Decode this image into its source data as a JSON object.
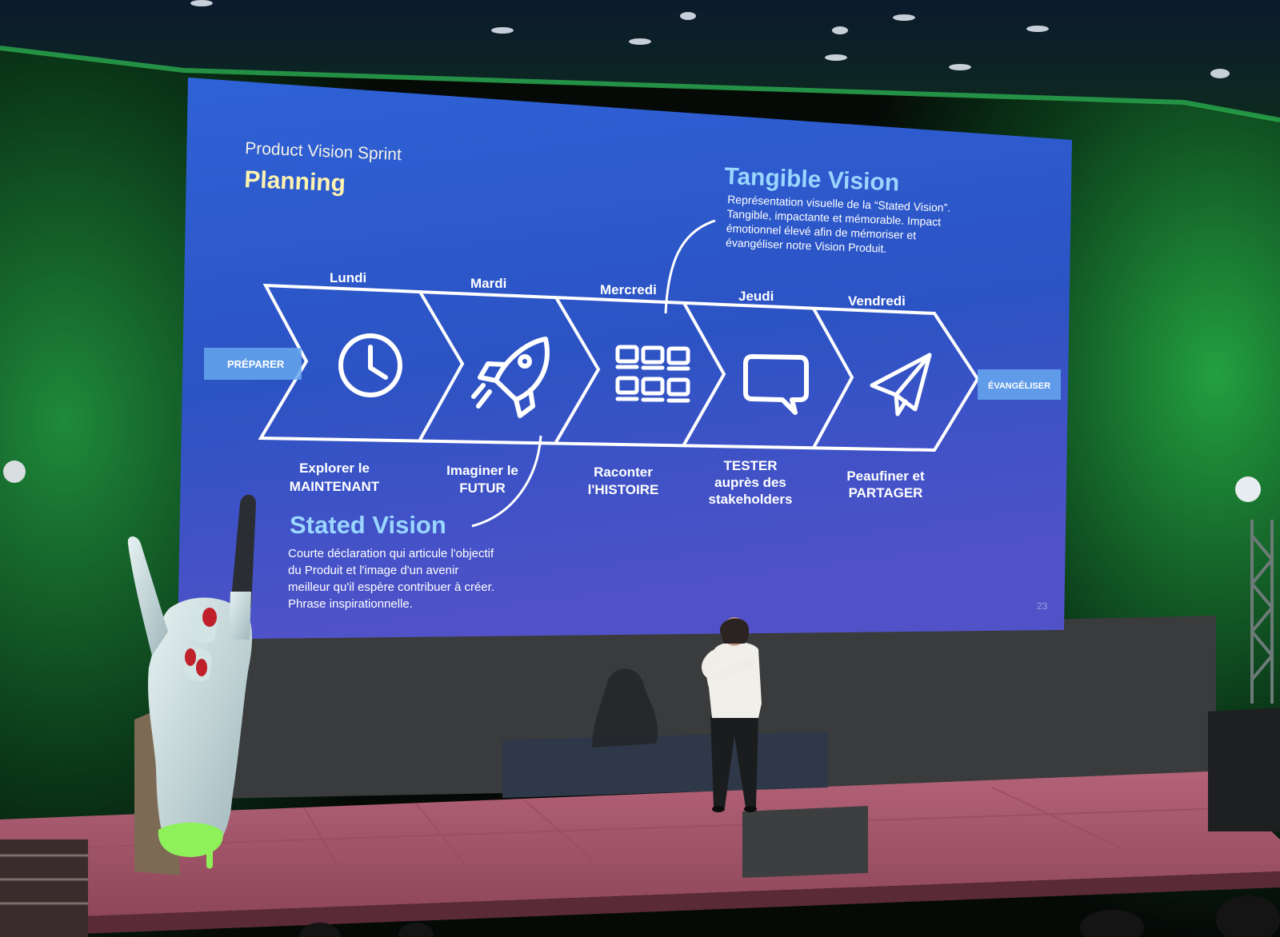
{
  "slide": {
    "supertitle": "Product Vision Sprint",
    "title": "Planning",
    "page_number": "23",
    "start_label": "PRÉPARER",
    "end_label": "ÉVANGÉLISER",
    "days": [
      {
        "day": "Lundi",
        "icon": "clock-icon",
        "caption_line1": "Explorer le",
        "caption_line2": "MAINTENANT",
        "caption_line3": ""
      },
      {
        "day": "Mardi",
        "icon": "rocket-icon",
        "caption_line1": "Imaginer le",
        "caption_line2": "FUTUR",
        "caption_line3": ""
      },
      {
        "day": "Mercredi",
        "icon": "storyboard-grid-icon",
        "caption_line1": "Raconter",
        "caption_line2": "l'HISTOIRE",
        "caption_line3": ""
      },
      {
        "day": "Jeudi",
        "icon": "speech-bubble-icon",
        "caption_line1": "TESTER",
        "caption_line2": "auprès des",
        "caption_line3": "stakeholders"
      },
      {
        "day": "Vendredi",
        "icon": "paper-plane-icon",
        "caption_line1": "Peaufiner et",
        "caption_line2": "PARTAGER",
        "caption_line3": ""
      }
    ],
    "tangible": {
      "title": "Tangible Vision",
      "lines": [
        "Représentation visuelle de la “Stated Vision”.",
        "Tangible, impactante et mémorable. Impact",
        "émotionnel élevé afin de mémoriser et",
        "évangéliser notre Vision Produit."
      ]
    },
    "stated": {
      "title": "Stated Vision",
      "lines": [
        "Courte déclaration qui articule l'objectif",
        "du Produit et l'image d'un avenir",
        "meilleur qu'il espère contribuer à créer.",
        "Phrase inspirationnelle."
      ]
    }
  },
  "colors": {
    "slide_blue_top": "#2d5fd0",
    "slide_blue_bottom": "#4a55c9",
    "accent_text": "#9ad6ff",
    "title_yellow": "#fff3b0",
    "stage_floor": "#a8566a",
    "green_light": "#1f8a3a"
  }
}
